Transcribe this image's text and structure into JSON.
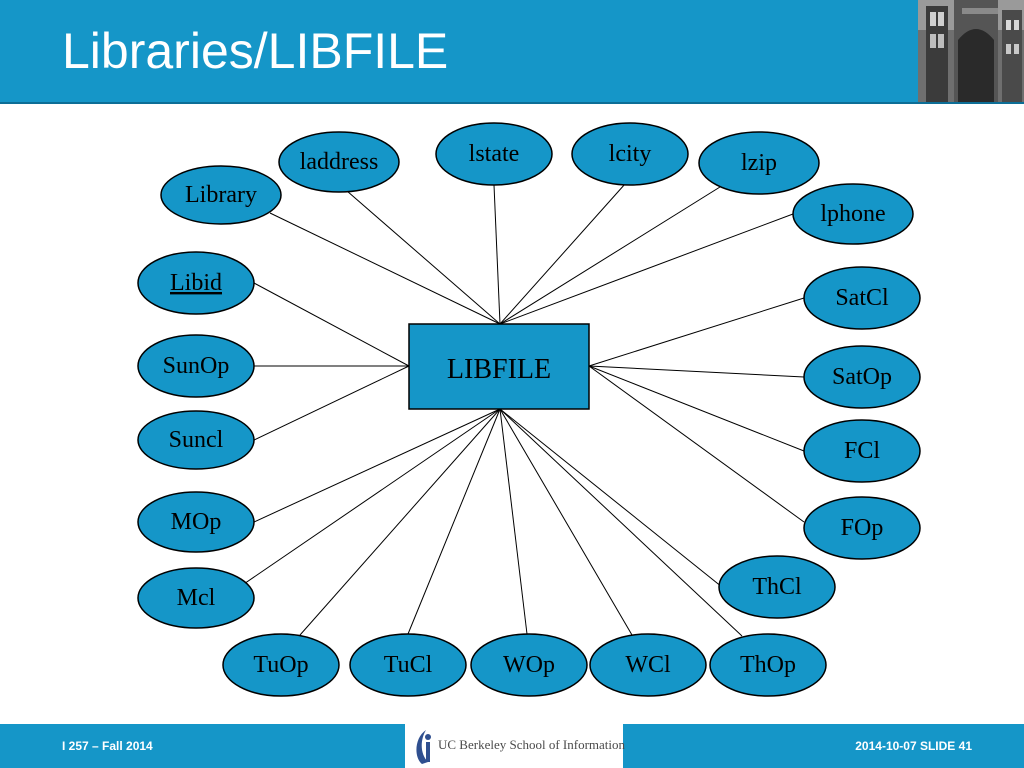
{
  "slide": {
    "title": "Libraries/LIBFILE"
  },
  "diagram": {
    "entity": "LIBFILE",
    "attributes": [
      {
        "label": "Library",
        "key": false
      },
      {
        "label": "laddress",
        "key": false
      },
      {
        "label": "lstate",
        "key": false
      },
      {
        "label": "lcity",
        "key": false
      },
      {
        "label": "lzip",
        "key": false
      },
      {
        "label": "lphone",
        "key": false
      },
      {
        "label": "Libid",
        "key": true
      },
      {
        "label": "SunOp",
        "key": false
      },
      {
        "label": "Suncl",
        "key": false
      },
      {
        "label": "MOp",
        "key": false
      },
      {
        "label": "Mcl",
        "key": false
      },
      {
        "label": "TuOp",
        "key": false
      },
      {
        "label": "TuCl",
        "key": false
      },
      {
        "label": "WOp",
        "key": false
      },
      {
        "label": "WCl",
        "key": false
      },
      {
        "label": "ThOp",
        "key": false
      },
      {
        "label": "ThCl",
        "key": false
      },
      {
        "label": "FOp",
        "key": false
      },
      {
        "label": "FCl",
        "key": false
      },
      {
        "label": "SatOp",
        "key": false
      },
      {
        "label": "SatCl",
        "key": false
      }
    ],
    "colors": {
      "shape_fill": "#1596c8",
      "stroke": "#000000"
    }
  },
  "footer": {
    "course": "I 257 – Fall 2014",
    "school": "UC Berkeley School of Information",
    "slide_info": "2014-10-07 SLIDE 41"
  },
  "theme": {
    "accent": "#1596c8"
  }
}
